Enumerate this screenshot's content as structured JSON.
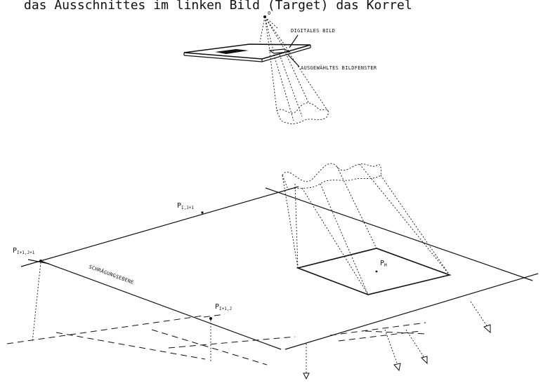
{
  "caption": "das Ausschnittes im linken Bild (Target) das Korrel",
  "top_figure": {
    "origin_label": "0",
    "digital_image_label": "DIGITALES BILD",
    "window_label": "AUSGEWÄHLTES BILDFENSTER"
  },
  "bottom_figure": {
    "point_ij1": {
      "base": "P",
      "sub": "I,J+1"
    },
    "point_i1j1": {
      "base": "P",
      "sub": "I+1,J+1"
    },
    "point_i1j": {
      "base": "P",
      "sub": "I+1,J"
    },
    "point_m": {
      "base": "P",
      "sub": "M"
    },
    "plane_label": "SCHRÄGUNGSEBENE"
  }
}
